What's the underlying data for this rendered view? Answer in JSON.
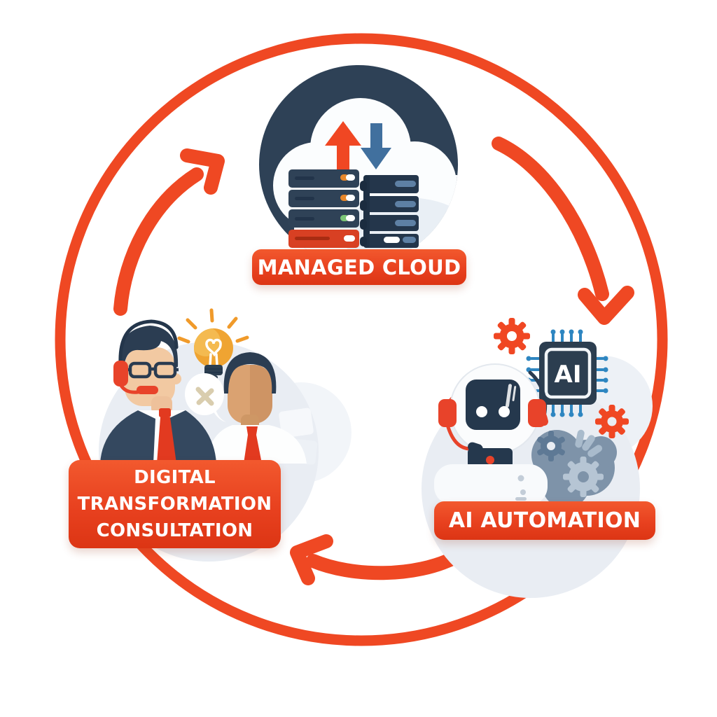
{
  "diagram": {
    "type": "circular-process-cycle",
    "direction": "clockwise",
    "background": "#FFFFFF"
  },
  "nodes": [
    {
      "id": "managed-cloud",
      "label": "MANAGED CLOUD",
      "icon": "cloud-sync-servers-icon",
      "position": "top"
    },
    {
      "id": "ai-automation",
      "label": "AI AUTOMATION",
      "icon": "robot-headset-ai-chip-icon",
      "chip_text": "AI",
      "position": "right"
    },
    {
      "id": "digital-transformation-consultation",
      "label": "DIGITAL TRANSFORMATION CONSULTATION",
      "label_lines": [
        "DIGITAL",
        "TRANSFORMATION",
        "CONSULTATION"
      ],
      "icon": "consultants-lightbulb-icon",
      "position": "left"
    }
  ],
  "flows": [
    {
      "from": "digital-transformation-consultation",
      "to": "managed-cloud"
    },
    {
      "from": "managed-cloud",
      "to": "ai-automation"
    },
    {
      "from": "ai-automation",
      "to": "digital-transformation-consultation"
    }
  ],
  "colors": {
    "accent_orange": "#EF4823",
    "label_gradient_top": "#F2592E",
    "label_gradient_bottom": "#DC3514",
    "navy": "#2E4156",
    "dark_navy": "#24364B",
    "steel_blue": "#41709E",
    "pin_blue": "#2E86C1",
    "light_circle": "#E9EDF3",
    "bulb_orange": "#EFA432",
    "skin_light": "#F2C9A2",
    "skin_tan": "#D9A06C",
    "tie_red": "#E23A20",
    "slate_gray": "#7E93A9",
    "server_red": "#D84023",
    "led_green": "#7CC576",
    "led_amber": "#E8872A"
  }
}
